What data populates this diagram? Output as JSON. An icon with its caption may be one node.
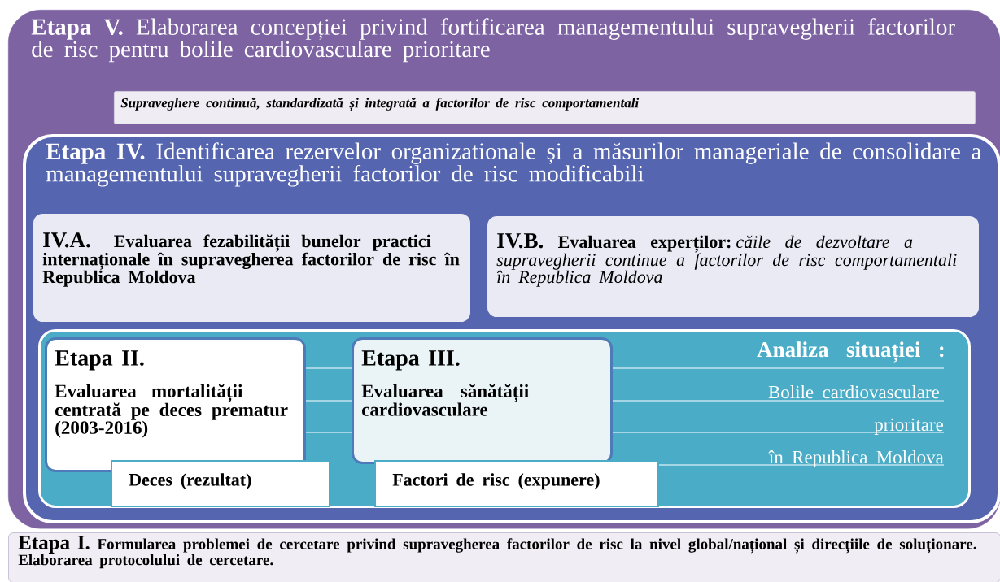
{
  "diagram": {
    "nodes": [
      {
        "text": [
          "Etapa V.",
          "Elaborarea concepției privind fortificarea managementului supravegherii factorilor de risc pentru bolile cardiovasculare prioritare"
        ]
      },
      {
        "text": [
          "Supraveghere continuă, standardizată și integrată a factorilor de risc comportamentali"
        ],
        "in": 0
      },
      {
        "text": [
          "Etapa IV.",
          "Identificarea rezervelor organizationale și a măsurilor manageriale de consolidare a managementului supravegherii factorilor de risc modificabili"
        ],
        "in": 0
      },
      {
        "text": [
          "IV.A.",
          "Evaluarea fezabilității  bunelor practici internaționale în supravegherea factorilor de risc în Republica Moldova"
        ],
        "in": 2
      },
      {
        "text": [
          "IV.B.",
          "Evaluarea experților:",
          "căile de dezvoltare a supravegherii continue a factorilor de risc comportamentali în Republica Moldova"
        ],
        "in": 2
      },
      {
        "text": [
          "Analiza  situației :",
          "Bolile cardiovasculare",
          "prioritare",
          "în Republica Moldova"
        ],
        "in": 2
      },
      {
        "text": [
          "Etapa II.",
          "Evaluarea mortalității centrată pe deces prematur (2003-2016)"
        ],
        "in": 5
      },
      {
        "text": [
          "Etapa III.",
          "Evaluarea sănătății cardiovasculare"
        ],
        "in": 5
      },
      {
        "text": [
          "Deces (rezultat)"
        ],
        "in": 5
      },
      {
        "text": [
          "Factori de risc (expunere)"
        ],
        "in": 5
      },
      {
        "text": [
          "Etapa I.",
          "Formularea  problemei de cercetare privind supravegherea factorilor de risc la nivel global/național și direcțiile de soluționare. Elaborarea protocolului de cercetare."
        ]
      }
    ],
    "edges": [
      {
        "from": 6,
        "to": 7,
        "arrow": "none"
      },
      {
        "from": 6,
        "to": 7,
        "arrow": "none"
      },
      {
        "from": 6,
        "to": 7,
        "arrow": "none"
      }
    ]
  }
}
